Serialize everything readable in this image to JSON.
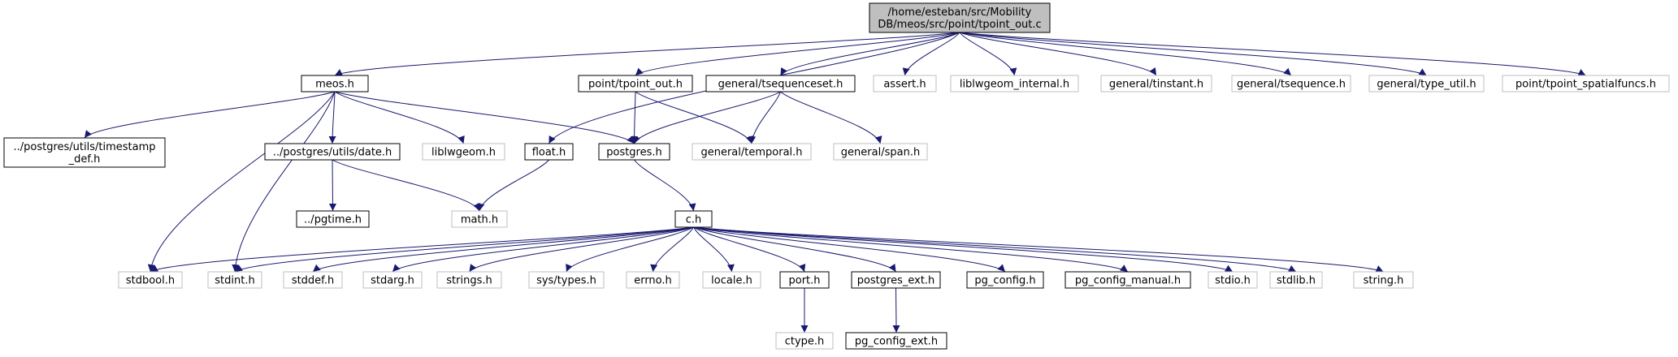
{
  "colors": {
    "edge": "#191970",
    "root_fill": "#bfbfbf",
    "node_border": "#000000",
    "node_border_missing": "#bfbfbf",
    "background": "#ffffff"
  },
  "nodes": [
    {
      "id": "root",
      "label": [
        "/home/esteban/src/Mobility",
        "DB/meos/src/point/tpoint_out.c"
      ],
      "style": "root"
    },
    {
      "id": "meos",
      "label": [
        "meos.h"
      ],
      "style": "normal"
    },
    {
      "id": "tpoint_out_h",
      "label": [
        "point/tpoint_out.h"
      ],
      "style": "normal"
    },
    {
      "id": "tsequenceset",
      "label": [
        "general/tsequenceset.h"
      ],
      "style": "normal"
    },
    {
      "id": "assert",
      "label": [
        "assert.h"
      ],
      "style": "missing"
    },
    {
      "id": "liblwgeom_internal",
      "label": [
        "liblwgeom_internal.h"
      ],
      "style": "missing"
    },
    {
      "id": "tinstant",
      "label": [
        "general/tinstant.h"
      ],
      "style": "missing"
    },
    {
      "id": "tsequence",
      "label": [
        "general/tsequence.h"
      ],
      "style": "missing"
    },
    {
      "id": "type_util",
      "label": [
        "general/type_util.h"
      ],
      "style": "missing"
    },
    {
      "id": "spatialfuncs",
      "label": [
        "point/tpoint_spatialfuncs.h"
      ],
      "style": "missing"
    },
    {
      "id": "timestamp_def",
      "label": [
        "../postgres/utils/timestamp",
        "_def.h"
      ],
      "style": "normal"
    },
    {
      "id": "date_h",
      "label": [
        "../postgres/utils/date.h"
      ],
      "style": "normal"
    },
    {
      "id": "liblwgeom",
      "label": [
        "liblwgeom.h"
      ],
      "style": "missing"
    },
    {
      "id": "float_h",
      "label": [
        "float.h"
      ],
      "style": "normal"
    },
    {
      "id": "postgres_h",
      "label": [
        "postgres.h"
      ],
      "style": "normal"
    },
    {
      "id": "temporal_h",
      "label": [
        "general/temporal.h"
      ],
      "style": "missing"
    },
    {
      "id": "span_h",
      "label": [
        "general/span.h"
      ],
      "style": "missing"
    },
    {
      "id": "pgtime",
      "label": [
        "../pgtime.h"
      ],
      "style": "normal"
    },
    {
      "id": "math_h",
      "label": [
        "math.h"
      ],
      "style": "missing"
    },
    {
      "id": "c_h",
      "label": [
        "c.h"
      ],
      "style": "normal"
    },
    {
      "id": "stdbool",
      "label": [
        "stdbool.h"
      ],
      "style": "missing"
    },
    {
      "id": "stdint",
      "label": [
        "stdint.h"
      ],
      "style": "missing"
    },
    {
      "id": "stddef",
      "label": [
        "stddef.h"
      ],
      "style": "missing"
    },
    {
      "id": "stdarg",
      "label": [
        "stdarg.h"
      ],
      "style": "missing"
    },
    {
      "id": "strings",
      "label": [
        "strings.h"
      ],
      "style": "missing"
    },
    {
      "id": "systypes",
      "label": [
        "sys/types.h"
      ],
      "style": "missing"
    },
    {
      "id": "errno",
      "label": [
        "errno.h"
      ],
      "style": "missing"
    },
    {
      "id": "locale",
      "label": [
        "locale.h"
      ],
      "style": "missing"
    },
    {
      "id": "port",
      "label": [
        "port.h"
      ],
      "style": "normal"
    },
    {
      "id": "postgres_ext",
      "label": [
        "postgres_ext.h"
      ],
      "style": "normal"
    },
    {
      "id": "pg_config",
      "label": [
        "pg_config.h"
      ],
      "style": "normal"
    },
    {
      "id": "pg_config_manual",
      "label": [
        "pg_config_manual.h"
      ],
      "style": "normal"
    },
    {
      "id": "stdio",
      "label": [
        "stdio.h"
      ],
      "style": "missing"
    },
    {
      "id": "stdlib",
      "label": [
        "stdlib.h"
      ],
      "style": "missing"
    },
    {
      "id": "string",
      "label": [
        "string.h"
      ],
      "style": "missing"
    },
    {
      "id": "ctype",
      "label": [
        "ctype.h"
      ],
      "style": "missing"
    },
    {
      "id": "pg_config_ext",
      "label": [
        "pg_config_ext.h"
      ],
      "style": "normal"
    }
  ],
  "edges": [
    [
      "root",
      "meos"
    ],
    [
      "root",
      "float_h"
    ],
    [
      "root",
      "tpoint_out_h"
    ],
    [
      "root",
      "tsequenceset"
    ],
    [
      "root",
      "assert"
    ],
    [
      "root",
      "liblwgeom_internal"
    ],
    [
      "root",
      "tinstant"
    ],
    [
      "root",
      "tsequence"
    ],
    [
      "root",
      "type_util"
    ],
    [
      "root",
      "spatialfuncs"
    ],
    [
      "meos",
      "timestamp_def"
    ],
    [
      "meos",
      "stdbool"
    ],
    [
      "meos",
      "stdint"
    ],
    [
      "meos",
      "date_h"
    ],
    [
      "meos",
      "liblwgeom"
    ],
    [
      "meos",
      "postgres_h"
    ],
    [
      "tpoint_out_h",
      "postgres_h"
    ],
    [
      "tpoint_out_h",
      "temporal_h"
    ],
    [
      "tsequenceset",
      "postgres_h"
    ],
    [
      "tsequenceset",
      "temporal_h"
    ],
    [
      "tsequenceset",
      "span_h"
    ],
    [
      "date_h",
      "pgtime"
    ],
    [
      "date_h",
      "math_h"
    ],
    [
      "float_h",
      "math_h"
    ],
    [
      "postgres_h",
      "c_h"
    ],
    [
      "c_h",
      "stdbool"
    ],
    [
      "c_h",
      "stdint"
    ],
    [
      "c_h",
      "stddef"
    ],
    [
      "c_h",
      "stdarg"
    ],
    [
      "c_h",
      "strings"
    ],
    [
      "c_h",
      "systypes"
    ],
    [
      "c_h",
      "errno"
    ],
    [
      "c_h",
      "locale"
    ],
    [
      "c_h",
      "port"
    ],
    [
      "c_h",
      "postgres_ext"
    ],
    [
      "c_h",
      "pg_config"
    ],
    [
      "c_h",
      "pg_config_manual"
    ],
    [
      "c_h",
      "stdio"
    ],
    [
      "c_h",
      "stdlib"
    ],
    [
      "c_h",
      "string"
    ],
    [
      "port",
      "ctype"
    ],
    [
      "postgres_ext",
      "pg_config_ext"
    ]
  ]
}
